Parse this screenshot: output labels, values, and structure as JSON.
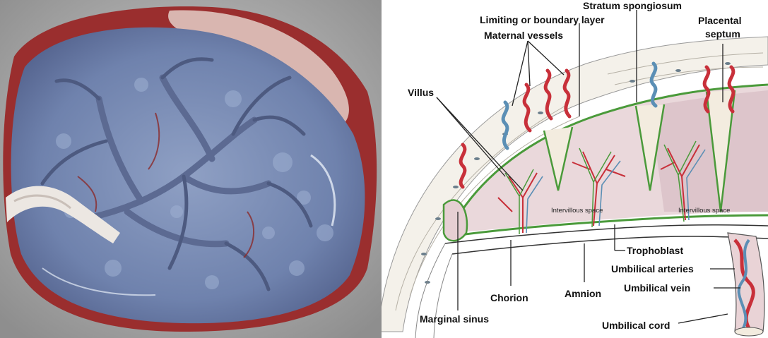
{
  "photo": {
    "icon": "placenta-photo"
  },
  "diagram": {
    "labels": {
      "stratum_spongiosum": "Stratum spongiosum",
      "limiting_layer": "Limiting or boundary layer",
      "maternal_vessels": "Maternal vessels",
      "placental_septum_1": "Placental",
      "placental_septum_2": "septum",
      "villus": "Villus",
      "intervillous_left": "Intervillous space",
      "intervillous_right": "Intervillous space",
      "trophoblast": "Trophoblast",
      "umbilical_arteries": "Umbilical arteries",
      "umbilical_vein": "Umbilical vein",
      "chorion": "Chorion",
      "amnion": "Amnion",
      "marginal_sinus": "Marginal sinus",
      "umbilical_cord": "Umbilical cord"
    },
    "colors": {
      "artery": "#c8303a",
      "vein": "#5b8fb5",
      "trophoblast": "#4a9a3a",
      "intervillous": "#e7c8cf"
    }
  }
}
